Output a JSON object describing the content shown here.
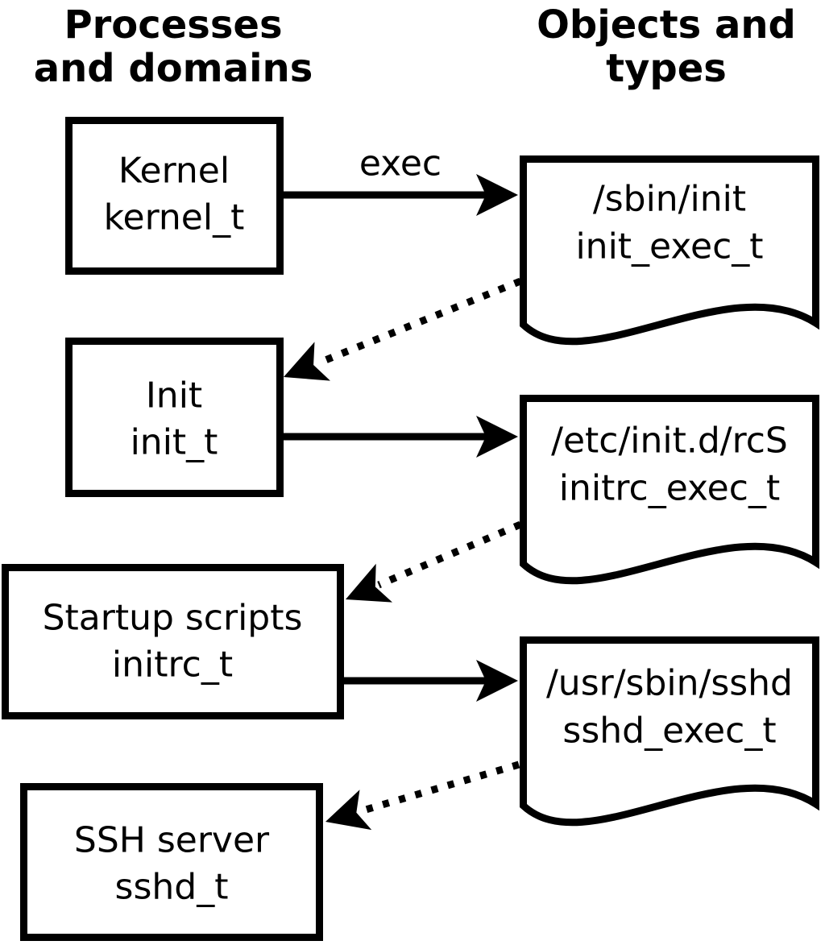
{
  "headers": {
    "left": {
      "line1": "Processes",
      "line2": "and domains"
    },
    "right": {
      "line1": "Objects and",
      "line2": "types"
    }
  },
  "exec_label": "exec",
  "processes": [
    {
      "name": "Kernel",
      "domain": "kernel_t"
    },
    {
      "name": "Init",
      "domain": "init_t"
    },
    {
      "name": "Startup scripts",
      "domain": "initrc_t"
    },
    {
      "name": "SSH server",
      "domain": "sshd_t"
    }
  ],
  "objects": [
    {
      "path": "/sbin/init",
      "type": "init_exec_t"
    },
    {
      "path": "/etc/init.d/rcS",
      "type": "initrc_exec_t"
    },
    {
      "path": "/usr/sbin/sshd",
      "type": "sshd_exec_t"
    }
  ],
  "colors": {
    "ink": "#000000",
    "background": "#ffffff"
  }
}
